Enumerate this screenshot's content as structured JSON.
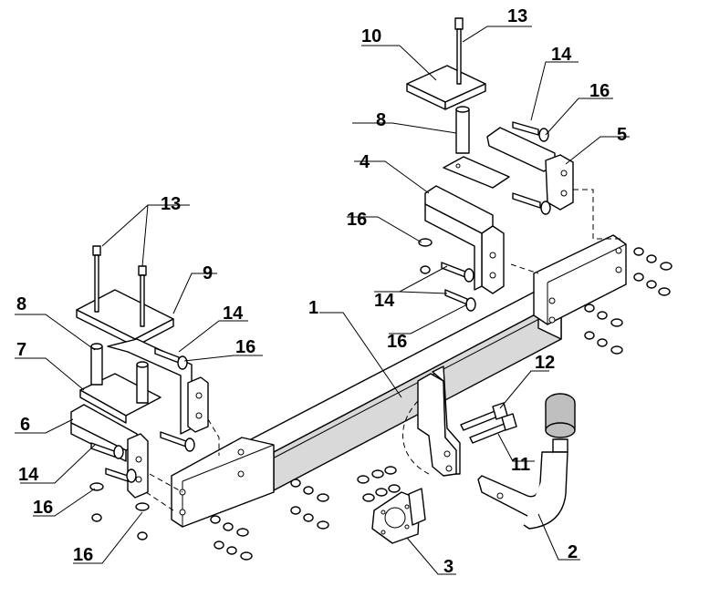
{
  "callouts": [
    {
      "id": "c1",
      "text": "1"
    },
    {
      "id": "c2",
      "text": "2"
    },
    {
      "id": "c3",
      "text": "3"
    },
    {
      "id": "c4",
      "text": "4"
    },
    {
      "id": "c5",
      "text": "5"
    },
    {
      "id": "c6",
      "text": "6"
    },
    {
      "id": "c7",
      "text": "7"
    },
    {
      "id": "c8a",
      "text": "8"
    },
    {
      "id": "c8b",
      "text": "8"
    },
    {
      "id": "c9",
      "text": "9"
    },
    {
      "id": "c10",
      "text": "10"
    },
    {
      "id": "c11",
      "text": "11"
    },
    {
      "id": "c12",
      "text": "12"
    },
    {
      "id": "c13a",
      "text": "13"
    },
    {
      "id": "c13b",
      "text": "13"
    },
    {
      "id": "c14a",
      "text": "14"
    },
    {
      "id": "c14b",
      "text": "14"
    },
    {
      "id": "c14c",
      "text": "14"
    },
    {
      "id": "c14d",
      "text": "14"
    },
    {
      "id": "c16a",
      "text": "16"
    },
    {
      "id": "c16b",
      "text": "16"
    },
    {
      "id": "c16c",
      "text": "16"
    },
    {
      "id": "c16d",
      "text": "16"
    },
    {
      "id": "c16e",
      "text": "16"
    },
    {
      "id": "c16f",
      "text": "16"
    }
  ]
}
